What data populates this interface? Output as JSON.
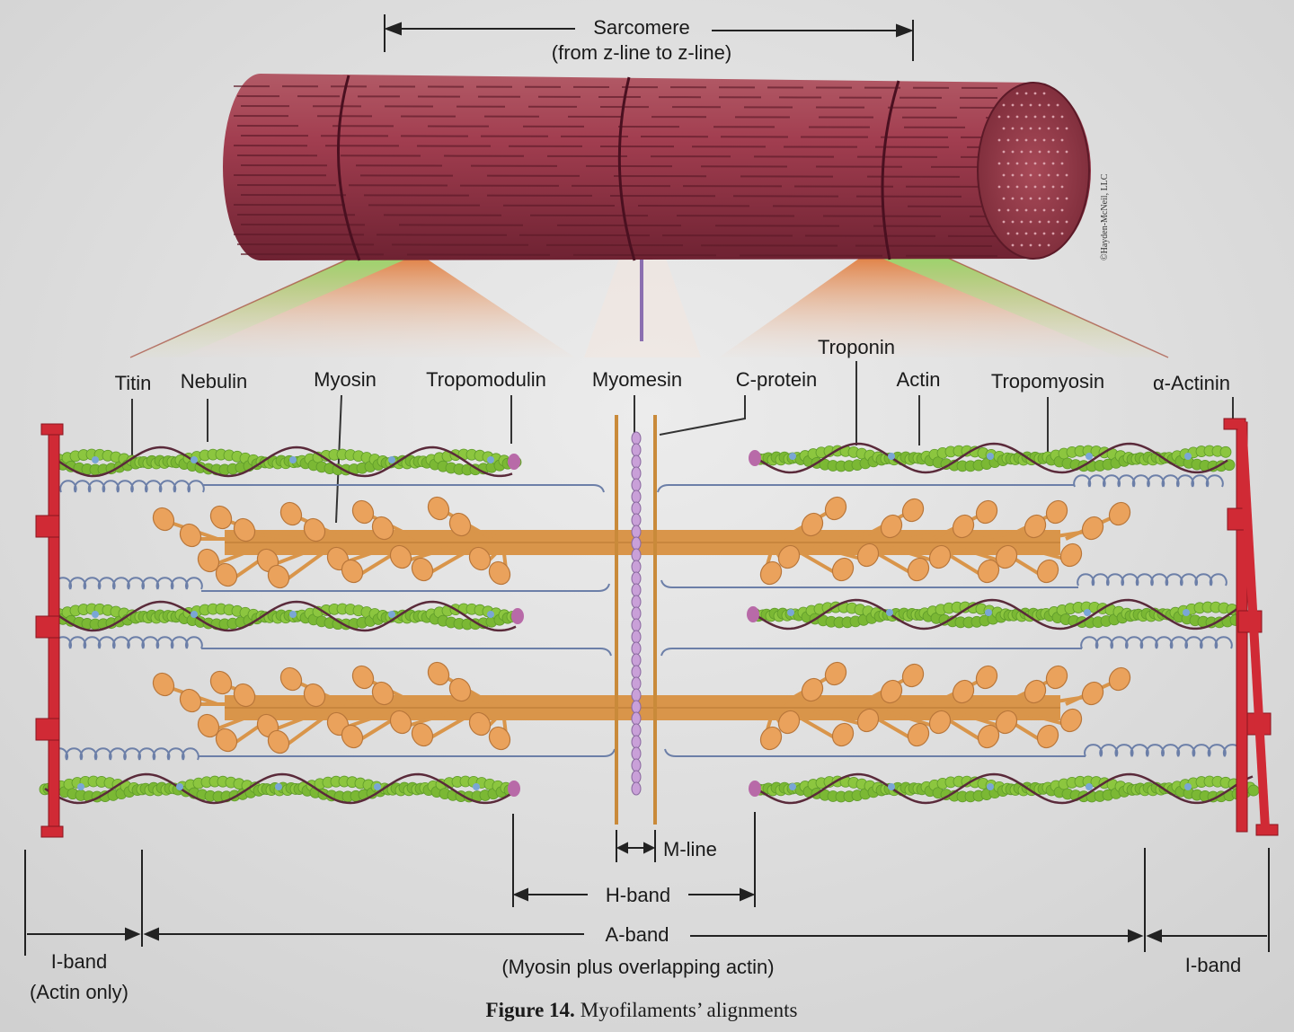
{
  "sarcomere": {
    "title": "Sarcomere",
    "subtitle": "(from z-line to z-line)"
  },
  "labels": {
    "titin": "Titin",
    "nebulin": "Nebulin",
    "myosin": "Myosin",
    "tropomodulin": "Tropomodulin",
    "myomesin": "Myomesin",
    "c_protein": "C-protein",
    "troponin": "Troponin",
    "actin": "Actin",
    "tropomyosin": "Tropomyosin",
    "alpha_actinin": "α-Actinin"
  },
  "bands": {
    "m_line": "M-line",
    "h_band": "H-band",
    "a_band": "A-band",
    "a_band_note": "(Myosin plus overlapping actin)",
    "i_band": "I-band",
    "i_band_note": "(Actin only)"
  },
  "caption": {
    "figure": "Figure 14.",
    "text": "Myofilaments’ alignments"
  },
  "copyright": "©Hayden-McNeil, LLC",
  "colors": {
    "fiber": "#8e3040",
    "actin": "#8cc63f",
    "myosin": "#d9954a",
    "z_disc": "#d02a35",
    "titin": "#6c7fa8",
    "tropomyosin": "#5a2a3a",
    "myomesin": "#c9a0d8"
  }
}
